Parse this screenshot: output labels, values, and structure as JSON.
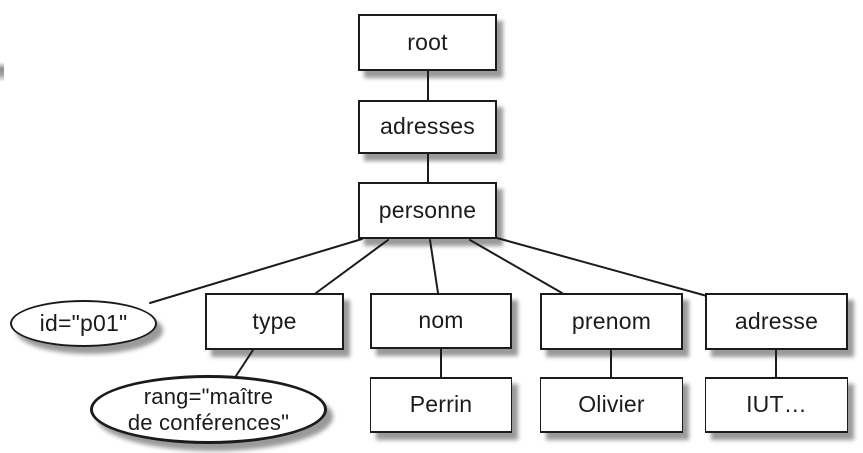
{
  "diagram": {
    "kind": "xml-dom-tree",
    "colors": {
      "background": "#ffffff",
      "ink": "#1b1b1b",
      "shadow": "rgba(30,30,30,0.45)"
    },
    "nodes": {
      "root": "root",
      "adresses": "adresses",
      "personne": "personne",
      "id_attribute": "id=\"p01\"",
      "type": "type",
      "rang_attribute_line1": "rang=\"maître",
      "rang_attribute_line2": "de conférences\"",
      "nom": "nom",
      "prenom": "prenom",
      "adresse": "adresse",
      "nom_text": "Perrin",
      "prenom_text": "Olivier",
      "adresse_text": "IUT…"
    },
    "edges": [
      [
        "root",
        "adresses"
      ],
      [
        "adresses",
        "personne"
      ],
      [
        "personne",
        "id_attribute"
      ],
      [
        "personne",
        "type"
      ],
      [
        "personne",
        "nom"
      ],
      [
        "personne",
        "prenom"
      ],
      [
        "personne",
        "adresse"
      ],
      [
        "type",
        "rang_attribute"
      ],
      [
        "nom",
        "nom_text"
      ],
      [
        "prenom",
        "prenom_text"
      ],
      [
        "adresse",
        "adresse_text"
      ]
    ]
  }
}
